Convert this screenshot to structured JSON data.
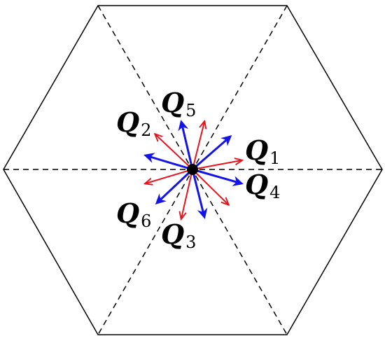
{
  "colors": {
    "background": "#ffffff",
    "outline": "#000000",
    "blue_arrow": "#1414e6",
    "red_arrow": "#e6141e",
    "center_dot": "#000000"
  },
  "labels": [
    {
      "id": "q1",
      "main": "Q",
      "sub": "1"
    },
    {
      "id": "q2",
      "main": "Q",
      "sub": "2"
    },
    {
      "id": "q3",
      "main": "Q",
      "sub": "3"
    },
    {
      "id": "q4",
      "main": "Q",
      "sub": "4"
    },
    {
      "id": "q5",
      "main": "Q",
      "sub": "5"
    },
    {
      "id": "q6",
      "main": "Q",
      "sub": "6"
    }
  ]
}
